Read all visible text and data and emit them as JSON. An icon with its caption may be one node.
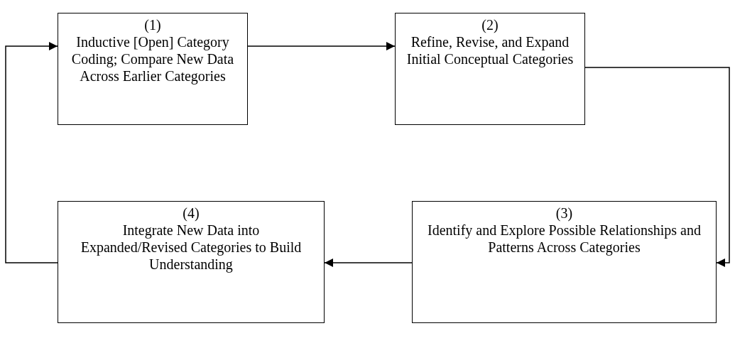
{
  "diagram": {
    "nodes": [
      {
        "text": [
          "(1)",
          "Inductive [Open] Category Coding; Compare New Data Across Earlier Categories"
        ]
      },
      {
        "text": [
          "(2)",
          "Refine, Revise, and Expand Initial Conceptual Categories"
        ]
      },
      {
        "text": [
          "(3)",
          "Identify and Explore Possible Relationships and Patterns Across Categories"
        ]
      },
      {
        "text": [
          "(4)",
          "Integrate New Data into Expanded/Revised Categories to Build Understanding"
        ]
      }
    ],
    "edges": [
      {
        "from": 0,
        "to": 1,
        "arrow": "to"
      },
      {
        "from": 1,
        "to": 2,
        "arrow": "to"
      },
      {
        "from": 2,
        "to": 3,
        "arrow": "to"
      },
      {
        "from": 3,
        "to": 0,
        "arrow": "to"
      }
    ]
  }
}
